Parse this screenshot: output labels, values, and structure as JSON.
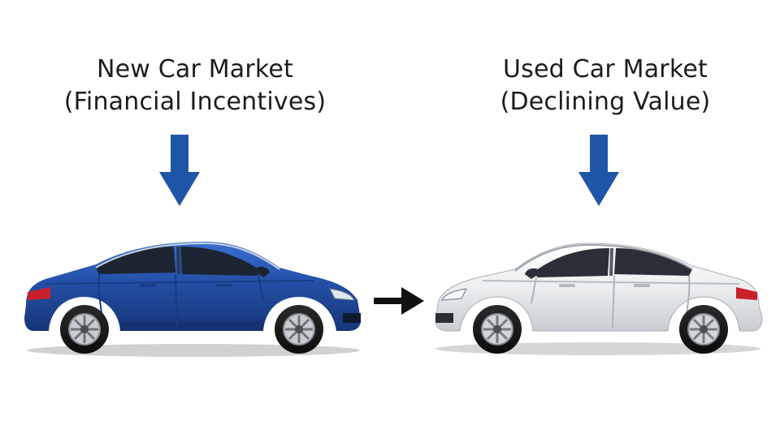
{
  "left": {
    "title": "New Car Market",
    "subtitle": "(Financial Incentives)",
    "car_color": "#2450a8"
  },
  "right": {
    "title": "Used Car Market",
    "subtitle": "(Declining Value)",
    "car_color": "#eceeef"
  },
  "colors": {
    "down_arrow": "#1f55a6",
    "flow_arrow": "#111111"
  },
  "icons": {
    "down_arrow": "arrow-down-icon",
    "flow_arrow": "arrow-right-icon"
  }
}
